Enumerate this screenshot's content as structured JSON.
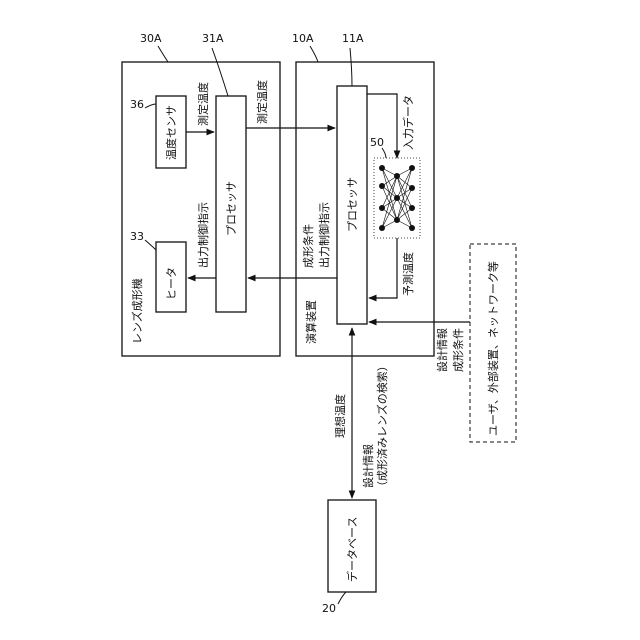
{
  "refs": {
    "lens_molding_machine": "30A",
    "processor_machine": "31A",
    "temp_sensor": "36",
    "heater": "33",
    "compute_device": "10A",
    "processor_compute": "11A",
    "neural_net": "50",
    "database": "20"
  },
  "lens_molding_machine": {
    "label": "レンズ成形機",
    "temp_sensor_label": "温度センサ",
    "heater_label": "ヒータ",
    "processor_label": "プロセッサ",
    "measured_temp_up": "測定温度",
    "output_control": "出力制御指示"
  },
  "compute_device": {
    "label": "演算装置",
    "processor_label": "プロセッサ",
    "input_data": "入力データ",
    "predicted_temp": "予測温度",
    "molding_conditions": "成形条件",
    "output_control": "出力制御指示"
  },
  "arrows": {
    "measured_temp_to_compute": "測定温度",
    "ideal_temp": "理想温度",
    "design_info": "設計情報",
    "design_info_paren": "（成形済みレンズの検索）",
    "ext_design_info": "設計情報",
    "ext_molding_conditions": "成形条件"
  },
  "external": {
    "label": "ユーザ、外部装置、ネットワーク等"
  },
  "database": {
    "label": "データベース"
  }
}
